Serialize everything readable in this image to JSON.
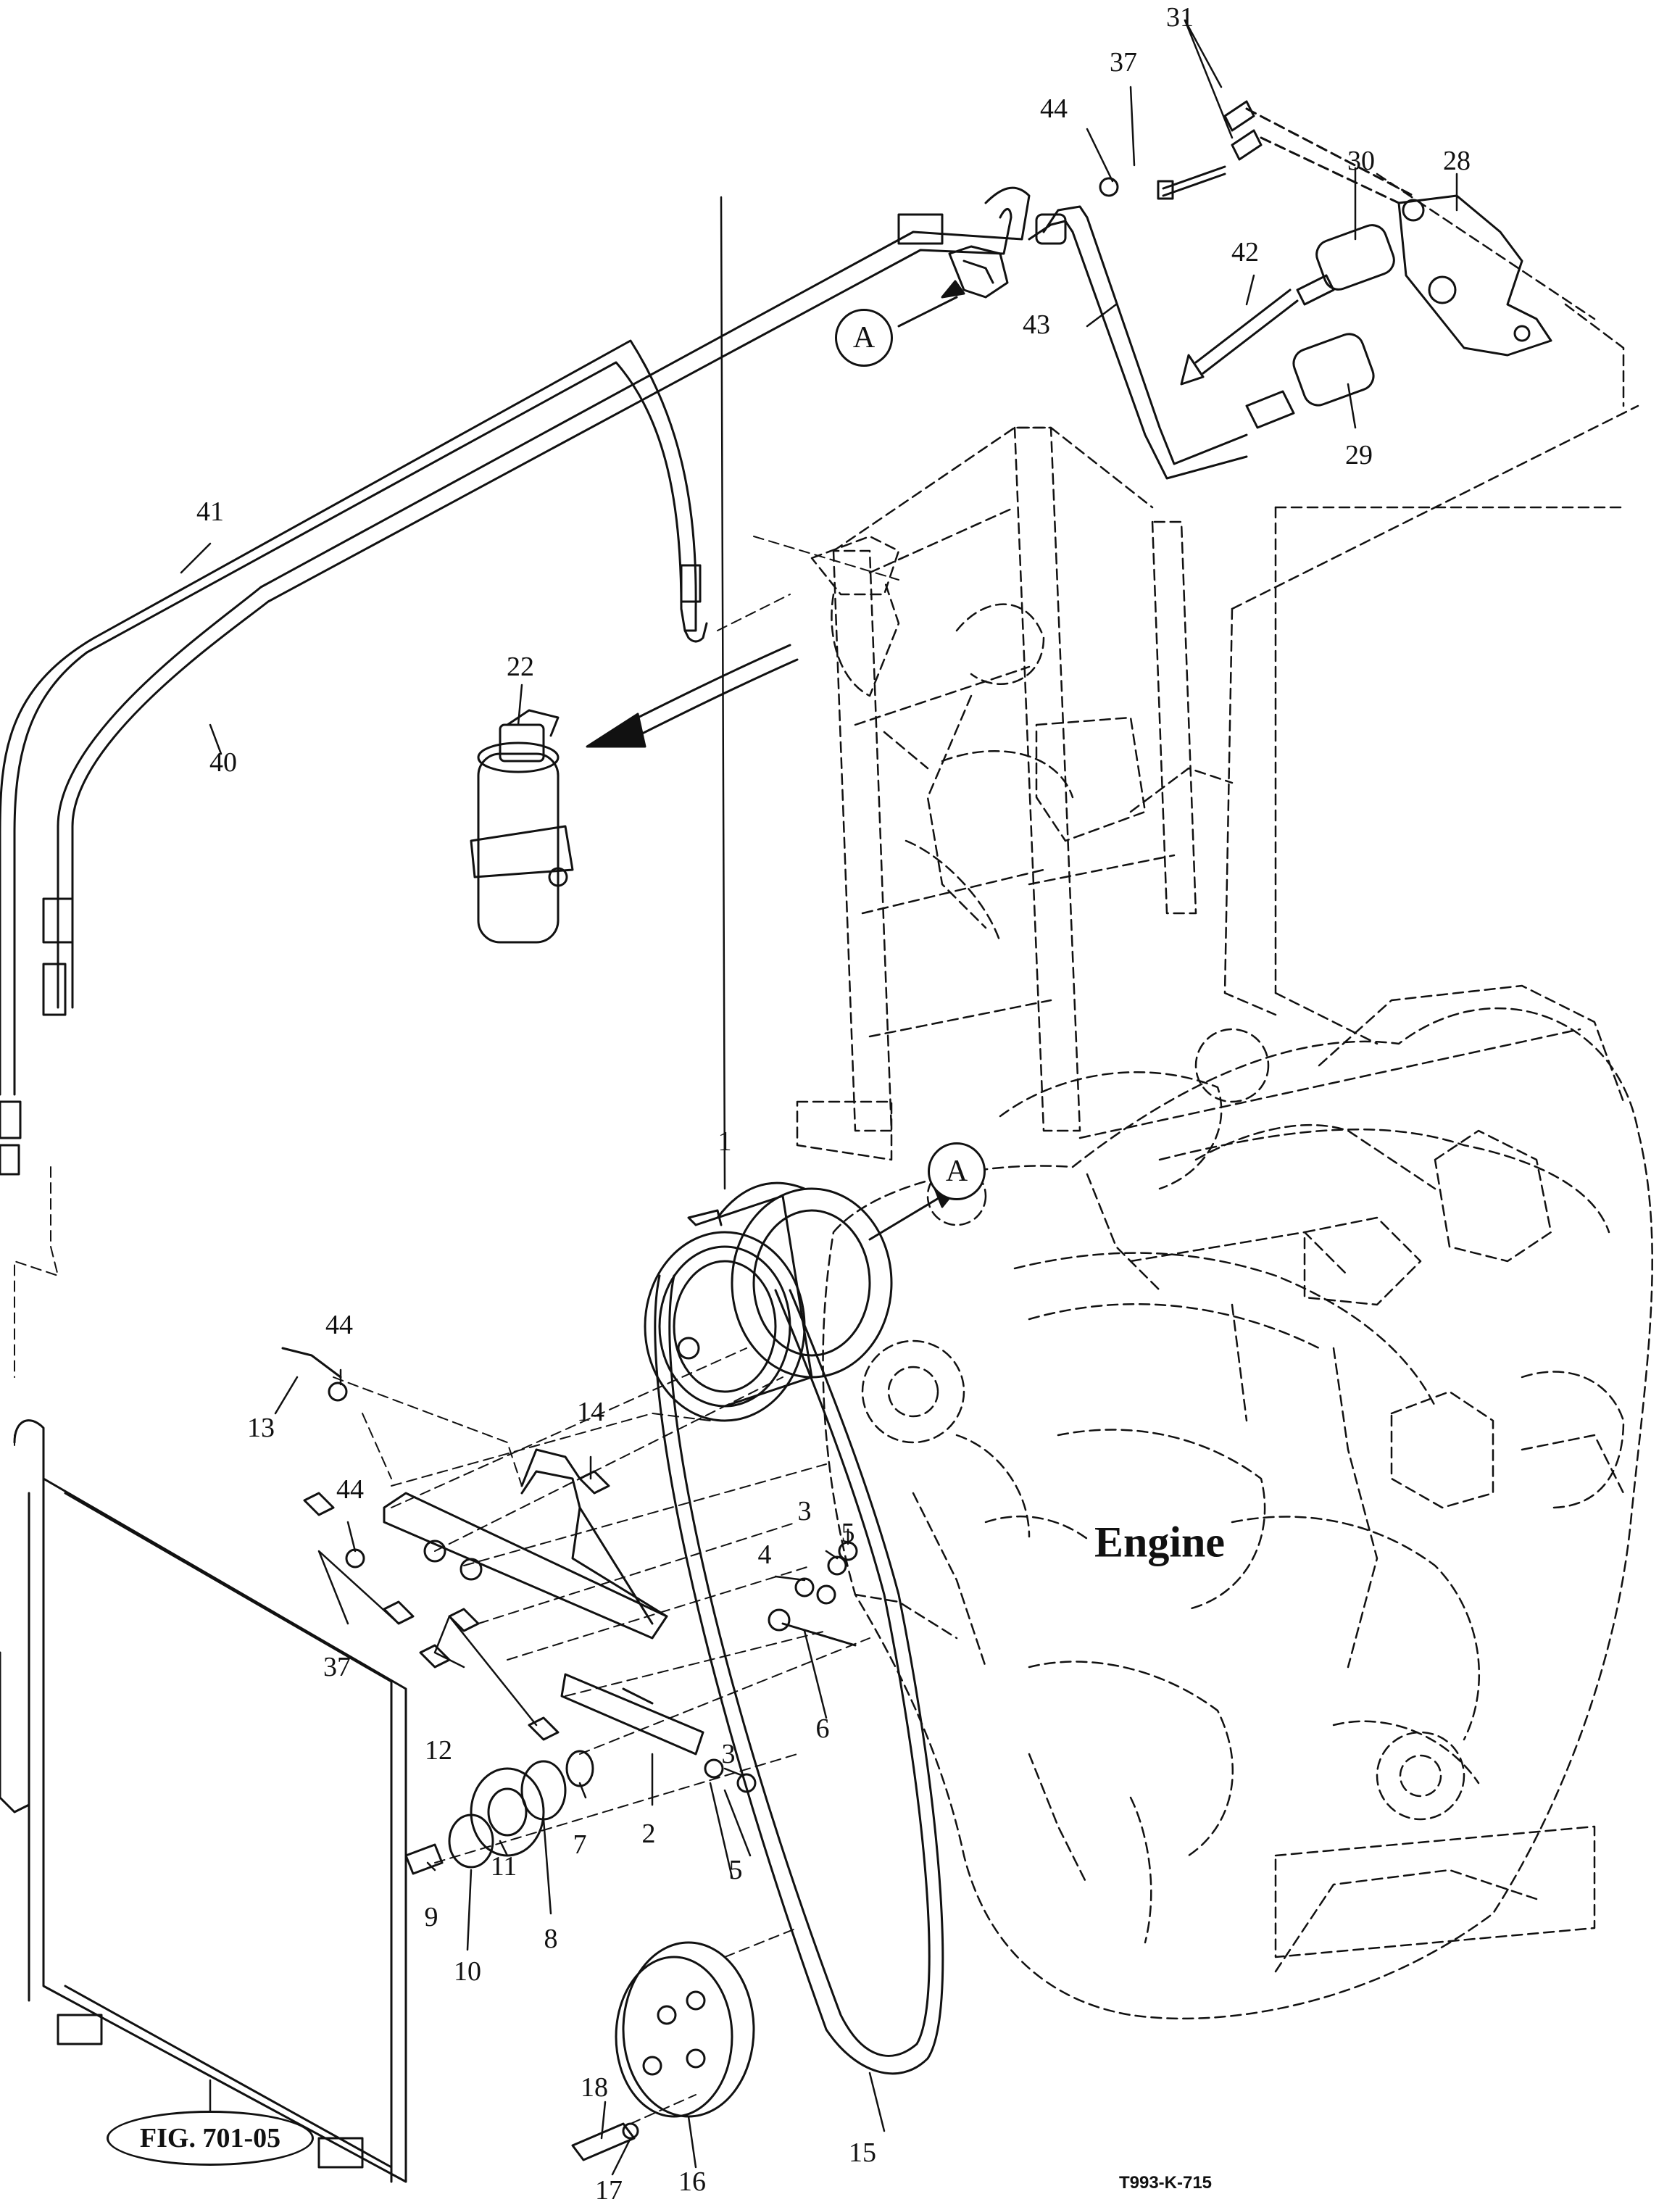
{
  "diagram": {
    "engine_label": "Engine",
    "figure_reference": "FIG. 701-05",
    "drawing_code": "T993-K-715",
    "view_marker": "A",
    "callouts": [
      {
        "id": "c1",
        "text": "1"
      },
      {
        "id": "c2",
        "text": "2"
      },
      {
        "id": "c3a",
        "text": "3"
      },
      {
        "id": "c3b",
        "text": "3"
      },
      {
        "id": "c4",
        "text": "4"
      },
      {
        "id": "c5a",
        "text": "5"
      },
      {
        "id": "c5b",
        "text": "5"
      },
      {
        "id": "c6",
        "text": "6"
      },
      {
        "id": "c7",
        "text": "7"
      },
      {
        "id": "c8",
        "text": "8"
      },
      {
        "id": "c9",
        "text": "9"
      },
      {
        "id": "c10",
        "text": "10"
      },
      {
        "id": "c11",
        "text": "11"
      },
      {
        "id": "c12",
        "text": "12"
      },
      {
        "id": "c13",
        "text": "13"
      },
      {
        "id": "c14",
        "text": "14"
      },
      {
        "id": "c15",
        "text": "15"
      },
      {
        "id": "c16",
        "text": "16"
      },
      {
        "id": "c17",
        "text": "17"
      },
      {
        "id": "c18",
        "text": "18"
      },
      {
        "id": "c22",
        "text": "22"
      },
      {
        "id": "c28",
        "text": "28"
      },
      {
        "id": "c29",
        "text": "29"
      },
      {
        "id": "c30",
        "text": "30"
      },
      {
        "id": "c31",
        "text": "31"
      },
      {
        "id": "c37a",
        "text": "37"
      },
      {
        "id": "c37b",
        "text": "37"
      },
      {
        "id": "c40",
        "text": "40"
      },
      {
        "id": "c41",
        "text": "41"
      },
      {
        "id": "c42",
        "text": "42"
      },
      {
        "id": "c43",
        "text": "43"
      },
      {
        "id": "c44a",
        "text": "44"
      },
      {
        "id": "c44b",
        "text": "44"
      },
      {
        "id": "c44c",
        "text": "44"
      }
    ]
  }
}
